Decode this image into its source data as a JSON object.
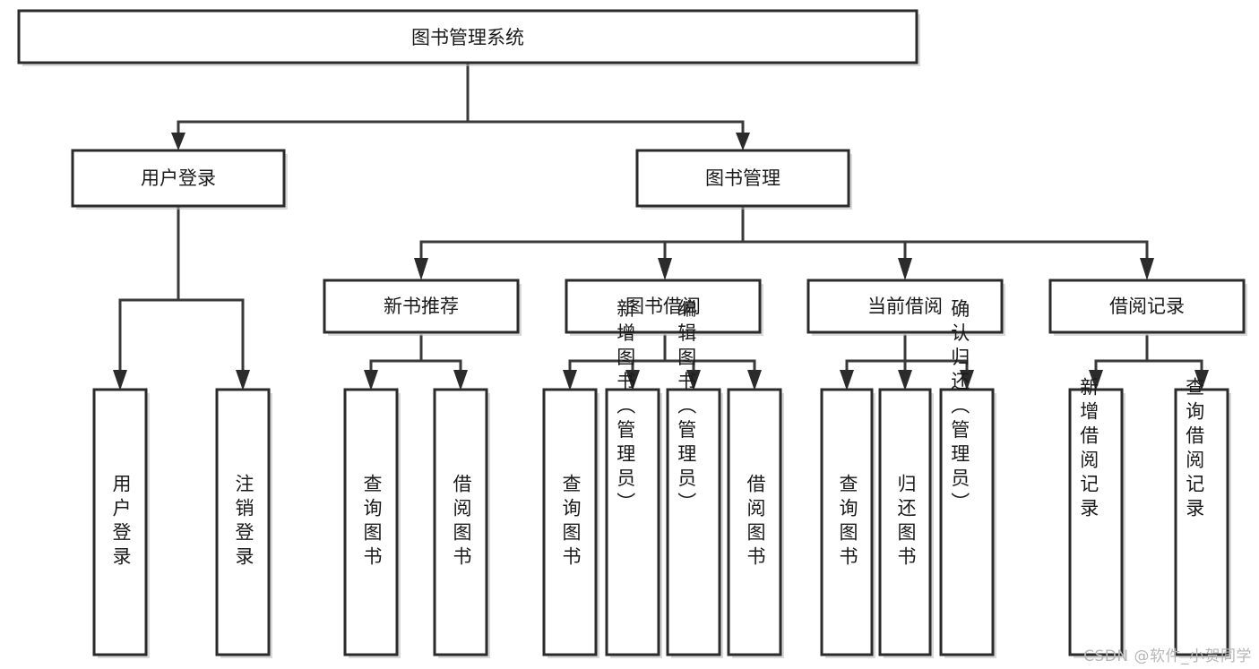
{
  "diagram": {
    "type": "tree",
    "title": "图书管理系统",
    "watermark": "CSDN @软件_小贺同学",
    "colors": {
      "box_fill": "#ffffff",
      "box_stroke": "#2b2b2b",
      "connector": "#3a3a3a",
      "text": "#1a1a1a",
      "watermark": "#b6b6b6"
    },
    "levels": {
      "root": "图书管理系统",
      "level2": [
        "用户登录",
        "图书管理"
      ],
      "level3": [
        "新书推荐",
        "图书借阅",
        "当前借阅",
        "借阅记录"
      ]
    },
    "nodes": {
      "root": {
        "label": "图书管理系统",
        "orientation": "horizontal"
      },
      "user_login": {
        "label": "用户登录",
        "orientation": "horizontal"
      },
      "book_manage": {
        "label": "图书管理",
        "orientation": "horizontal"
      },
      "new_book_rec": {
        "label": "新书推荐",
        "orientation": "horizontal"
      },
      "book_borrow": {
        "label": "图书借阅",
        "orientation": "horizontal"
      },
      "current_borrow": {
        "label": "当前借阅",
        "orientation": "horizontal"
      },
      "borrow_record": {
        "label": "借阅记录",
        "orientation": "horizontal"
      },
      "leaf_user_login": {
        "label": "用户登录",
        "orientation": "vertical"
      },
      "leaf_logout": {
        "label": "注销登录",
        "orientation": "vertical"
      },
      "leaf_query_book_1": {
        "label": "查询图书",
        "orientation": "vertical"
      },
      "leaf_borrow_book_1": {
        "label": "借阅图书",
        "orientation": "vertical"
      },
      "leaf_query_book_2": {
        "label": "查询图书",
        "orientation": "vertical"
      },
      "leaf_add_book": {
        "label": "新增图书（管理员）",
        "orientation": "vertical"
      },
      "leaf_edit_book": {
        "label": "编辑图书（管理员）",
        "orientation": "vertical"
      },
      "leaf_borrow_book_2": {
        "label": "借阅图书",
        "orientation": "vertical"
      },
      "leaf_query_book_3": {
        "label": "查询图书",
        "orientation": "vertical"
      },
      "leaf_return_book": {
        "label": "归还图书",
        "orientation": "vertical"
      },
      "leaf_confirm_return": {
        "label": "确认归还（管理员）",
        "orientation": "vertical"
      },
      "leaf_add_record": {
        "label": "新增借阅记录",
        "orientation": "vertical"
      },
      "leaf_query_record": {
        "label": "查询借阅记录",
        "orientation": "vertical"
      }
    },
    "edges": [
      {
        "from": "root",
        "to": "user_login"
      },
      {
        "from": "root",
        "to": "book_manage"
      },
      {
        "from": "user_login",
        "to": "leaf_user_login"
      },
      {
        "from": "user_login",
        "to": "leaf_logout"
      },
      {
        "from": "book_manage",
        "to": "new_book_rec"
      },
      {
        "from": "book_manage",
        "to": "book_borrow"
      },
      {
        "from": "book_manage",
        "to": "current_borrow"
      },
      {
        "from": "book_manage",
        "to": "borrow_record"
      },
      {
        "from": "new_book_rec",
        "to": "leaf_query_book_1"
      },
      {
        "from": "new_book_rec",
        "to": "leaf_borrow_book_1"
      },
      {
        "from": "book_borrow",
        "to": "leaf_query_book_2"
      },
      {
        "from": "book_borrow",
        "to": "leaf_add_book"
      },
      {
        "from": "book_borrow",
        "to": "leaf_edit_book"
      },
      {
        "from": "book_borrow",
        "to": "leaf_borrow_book_2"
      },
      {
        "from": "current_borrow",
        "to": "leaf_query_book_3"
      },
      {
        "from": "current_borrow",
        "to": "leaf_return_book"
      },
      {
        "from": "current_borrow",
        "to": "leaf_confirm_return"
      },
      {
        "from": "borrow_record",
        "to": "leaf_add_record"
      },
      {
        "from": "borrow_record",
        "to": "leaf_query_record"
      }
    ]
  }
}
